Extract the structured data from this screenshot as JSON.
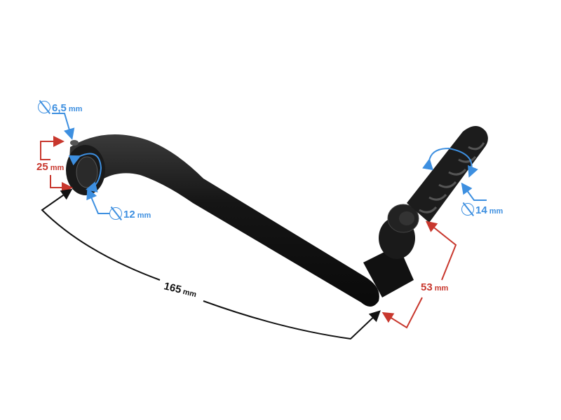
{
  "image": {
    "subject": "Kick start lever with dimension annotations",
    "background": "#ffffff"
  },
  "annotations": {
    "hole_diameter": {
      "value": "6,5",
      "unit": "mm",
      "color": "#3d8fe0",
      "icon": "diameter-icon"
    },
    "spline_diameter": {
      "value": "12",
      "unit": "mm",
      "color": "#3d8fe0",
      "icon": "diameter-icon"
    },
    "grip_diameter": {
      "value": "14",
      "unit": "mm",
      "color": "#3d8fe0",
      "icon": "diameter-icon"
    },
    "head_height": {
      "value": "25",
      "unit": "mm",
      "color": "#c8372d"
    },
    "peg_length": {
      "value": "53",
      "unit": "mm",
      "color": "#c8372d"
    },
    "lever_length": {
      "value": "165",
      "unit": "mm",
      "color": "#111111"
    }
  }
}
